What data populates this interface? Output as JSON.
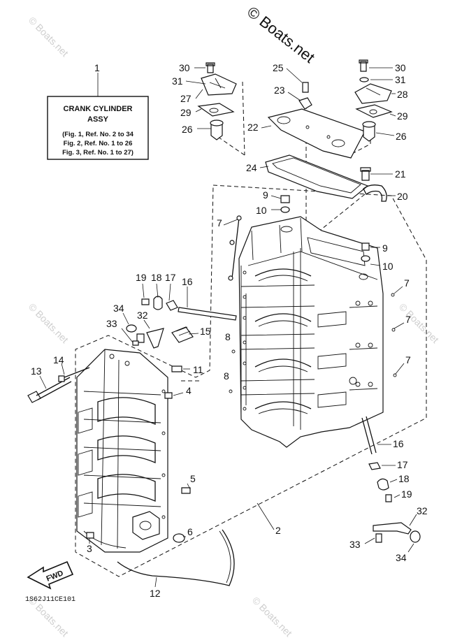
{
  "copyright": "© Boats.net",
  "watermark": "© Boats.net",
  "info_box": {
    "ref": "1",
    "line1": "CRANK CYLINDER",
    "line2": "ASSY",
    "line3": "(Fig. 1, Ref. No. 2 to 34",
    "line4": "Fig. 2, Ref. No. 1 to 26",
    "line5": "Fig. 3, Ref. No. 1 to 27)"
  },
  "drawing_code": "1S62J11CE101",
  "fwd_label": "FWD",
  "callouts": {
    "c30a": "30",
    "c31a": "31",
    "c27": "27",
    "c29a": "29",
    "c26a": "26",
    "c25": "25",
    "c23": "23",
    "c22": "22",
    "c24": "24",
    "c30b": "30",
    "c31b": "31",
    "c28": "28",
    "c29b": "29",
    "c26b": "26",
    "c21": "21",
    "c20": "20",
    "c9a": "9",
    "c10a": "10",
    "c7a": "7",
    "c9b": "9",
    "c10b": "10",
    "c7b": "7",
    "c7c": "7",
    "c7d": "7",
    "c19a": "19",
    "c18a": "18",
    "c17a": "17",
    "c16a": "16",
    "c34a": "34",
    "c32a": "32",
    "c33a": "33",
    "c15": "15",
    "c8a": "8",
    "c8b": "8",
    "c14": "14",
    "c13": "13",
    "c11": "11",
    "c4": "4",
    "c5": "5",
    "c6": "6",
    "c3": "3",
    "c2": "2",
    "c12": "12",
    "c16b": "16",
    "c17b": "17",
    "c18b": "18",
    "c19b": "19",
    "c32b": "32",
    "c33b": "33",
    "c34b": "34"
  }
}
